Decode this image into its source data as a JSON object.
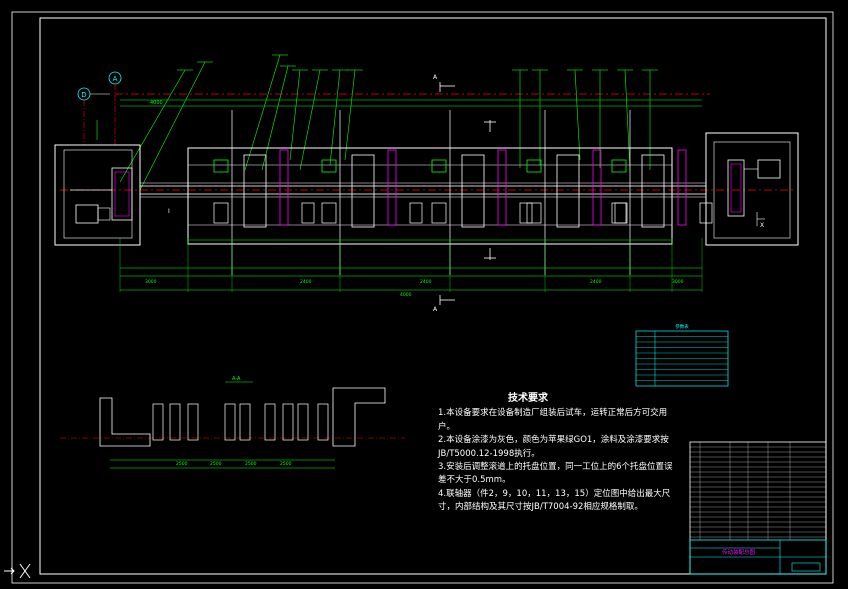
{
  "drawing": {
    "axis_labels": {
      "d": "D",
      "a": "A"
    },
    "section_marks": {
      "top": "A",
      "bottom": "A"
    },
    "view_mark": "I",
    "right_view_mark": "X",
    "sub_view_title": "A-A",
    "dimension_labels": {
      "top_span": "4000",
      "total": "4000",
      "plan_a": "2400",
      "plan_b": "2400",
      "plan_c": "2400",
      "left_offset": "3000",
      "right_offset": "3000",
      "sub_a": "2500",
      "sub_b": "2500",
      "sub_c": "2500",
      "sub_d": "2500"
    }
  },
  "tech_requirements": {
    "title": "技术要求",
    "items": [
      "1.本设备要求在设备制造厂组装后试车，运转正常后方可交用户。",
      "2.本设备涂漆为灰色，颜色为苹果绿GO1，涂料及涂漆要求按JB/T5000.12-1998执行。",
      "3.安装后调整滚道上的托盘位置，同一工位上的6个托盘位置误差不大于0.5mm。",
      "4.联轴器（件2，9，10，11，13，15）定位图中给出最大尺寸，内部结构及其尺寸按JB/T7004-92相应规格制取。"
    ]
  },
  "tech_param_table": {
    "title": "参数表"
  },
  "title_block": {
    "name": "传动装配总图"
  },
  "colors": {
    "background": "#000000",
    "outline": "#ffffff",
    "leader": "#00ff00",
    "dimension": "#00ff00",
    "centerline": "#ff0000",
    "sprocket": "#ff00ff",
    "motor": "#00ff00",
    "table_grid": "#00ffff"
  }
}
